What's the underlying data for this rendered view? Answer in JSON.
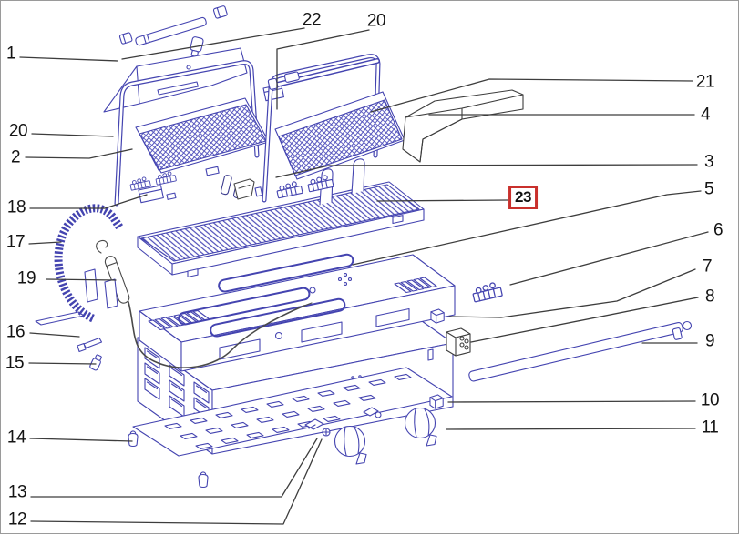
{
  "diagram": {
    "type": "exploded-parts-diagram",
    "subject": "contact grill exploded parts view",
    "selected_callout": "23",
    "colors": {
      "drawing_line": "#4444b0",
      "dark_part_line": "#3d3d3d",
      "leader_line": "#3d3d3d",
      "highlight_border": "#c9302c",
      "label_text": "#141414",
      "background": "#ffffff"
    },
    "callouts": [
      {
        "label": "1"
      },
      {
        "label": "22"
      },
      {
        "label": "20"
      },
      {
        "label": "21"
      },
      {
        "label": "4"
      },
      {
        "label": "3"
      },
      {
        "label": "23"
      },
      {
        "label": "5"
      },
      {
        "label": "6"
      },
      {
        "label": "7"
      },
      {
        "label": "8"
      },
      {
        "label": "9"
      },
      {
        "label": "10"
      },
      {
        "label": "11"
      },
      {
        "label": "20"
      },
      {
        "label": "2"
      },
      {
        "label": "18"
      },
      {
        "label": "17"
      },
      {
        "label": "19"
      },
      {
        "label": "16"
      },
      {
        "label": "15"
      },
      {
        "label": "14"
      },
      {
        "label": "13"
      },
      {
        "label": "12"
      }
    ]
  }
}
